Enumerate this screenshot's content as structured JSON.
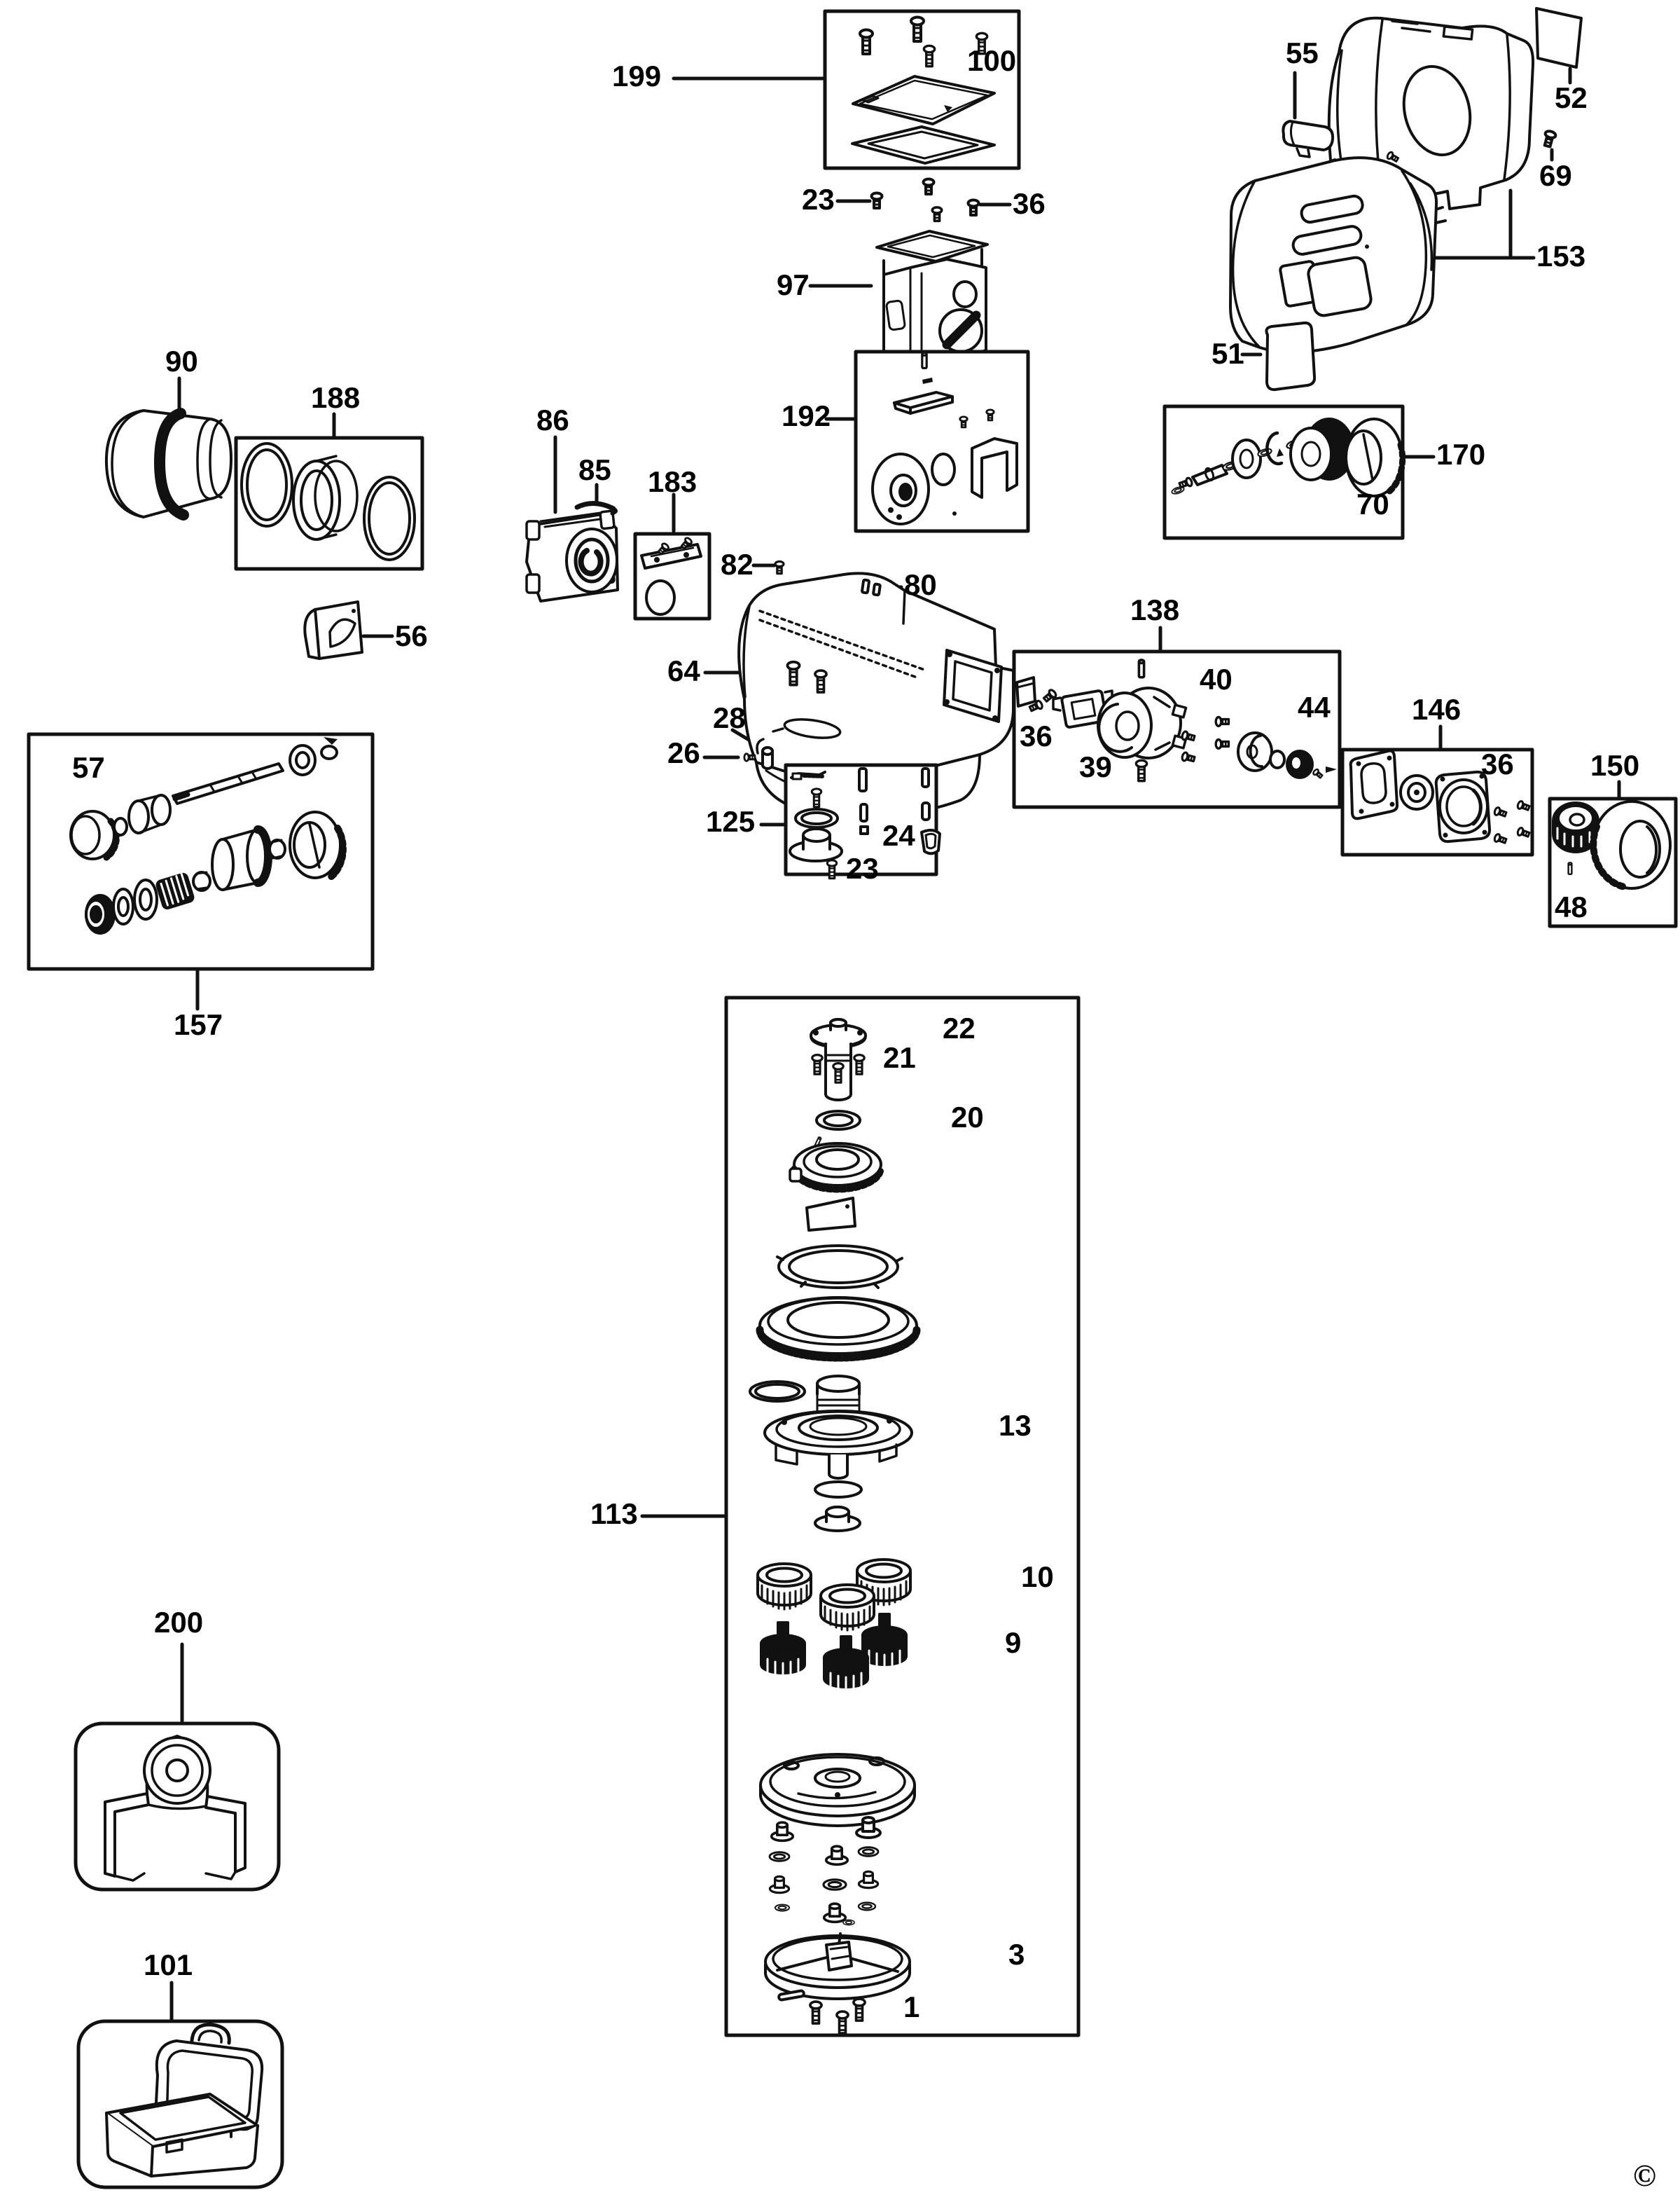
{
  "colors": {
    "line": "#111111",
    "background": "#ffffff"
  },
  "copyright": "©",
  "labels": {
    "p199": "199",
    "p100": "100",
    "p23a": "23",
    "p36a": "36",
    "p97": "97",
    "p192": "192",
    "p55": "55",
    "p52": "52",
    "p69": "69",
    "p153": "153",
    "p51": "51",
    "p170": "170",
    "p70": "70",
    "p90": "90",
    "p188": "188",
    "p56": "56",
    "p86": "86",
    "p85": "85",
    "p183": "183",
    "p82": "82",
    "p80": "80",
    "p64": "64",
    "p28": "28",
    "p26": "26",
    "p125": "125",
    "p24": "24",
    "p23b": "23",
    "p138": "138",
    "p36b": "36",
    "p39": "39",
    "p40": "40",
    "p44": "44",
    "p146": "146",
    "p36c": "36",
    "p150": "150",
    "p48": "48",
    "p57": "57",
    "p157": "157",
    "p113": "113",
    "p22": "22",
    "p21": "21",
    "p20": "20",
    "p13": "13",
    "p10": "10",
    "p9": "9",
    "p3": "3",
    "p1": "1",
    "p200": "200",
    "p101": "101"
  }
}
